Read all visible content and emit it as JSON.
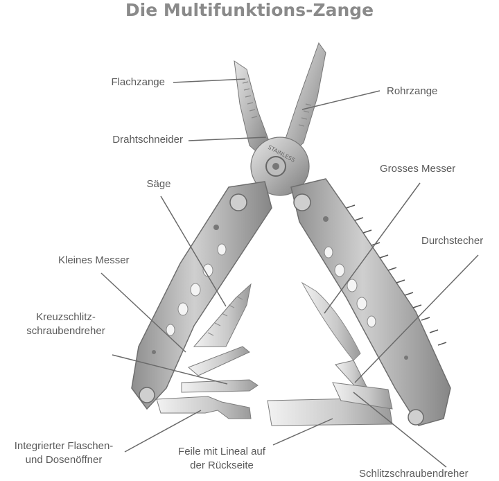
{
  "title": "Die Multifunktions-Zange",
  "engraving": "STAINLESS",
  "labels": {
    "flachzange": "Flachzange",
    "rohrzange": "Rohrzange",
    "drahtschneider": "Drahtschneider",
    "saege": "Säge",
    "grosses_messer": "Grosses Messer",
    "durchstecher": "Durchstecher",
    "kleines_messer": "Kleines Messer",
    "kreuzschlitz_1": "Kreuzschlitz-",
    "kreuzschlitz_2": "schraubendreher",
    "flaschen_1": "Integrierter Flaschen-",
    "flaschen_2": "und Dosenöffner",
    "feile_1": "Feile mit Lineal auf",
    "feile_2": "der Rückseite",
    "schlitz": "Schlitzschraubendreher"
  },
  "colors": {
    "steel_light": "#d9d9d9",
    "steel_mid": "#a9a9a9",
    "steel_dark": "#6e6e6e",
    "leader": "#6a6a6a",
    "title": "#8a8a8a"
  }
}
